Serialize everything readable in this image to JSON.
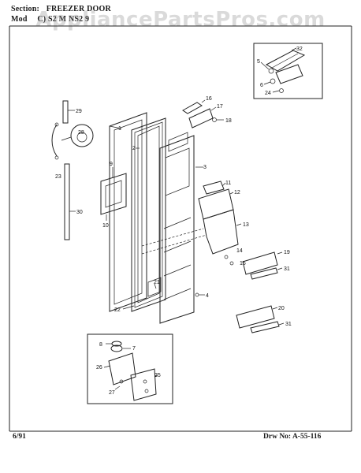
{
  "header": {
    "section_label": "Section:",
    "section_value": "FREEZER DOOR",
    "model_label": "Mod",
    "model_value": "C)  S2  M    NS2 9"
  },
  "watermark": "AppliancePartsPros.com",
  "footer": {
    "date": "6/91",
    "drawing_number": "Drw No: A-55-116"
  },
  "callouts": {
    "c1": "1",
    "c2": "2",
    "c3": "3",
    "c4": "4",
    "c5": "5",
    "c6": "6",
    "c7": "7",
    "c8": "8",
    "c9": "9",
    "c10": "10",
    "c11": "11",
    "c12": "12",
    "c13": "13",
    "c14": "14",
    "c15": "15",
    "c16": "16",
    "c17": "17",
    "c18": "18",
    "c19": "19",
    "c20": "20",
    "c21": "21",
    "c22": "22",
    "c23": "23",
    "c24": "24",
    "c25": "25",
    "c26": "26",
    "c27": "27",
    "c28": "28",
    "c29": "29",
    "c30": "30",
    "c31a": "31",
    "c31b": "31",
    "c32": "32"
  }
}
